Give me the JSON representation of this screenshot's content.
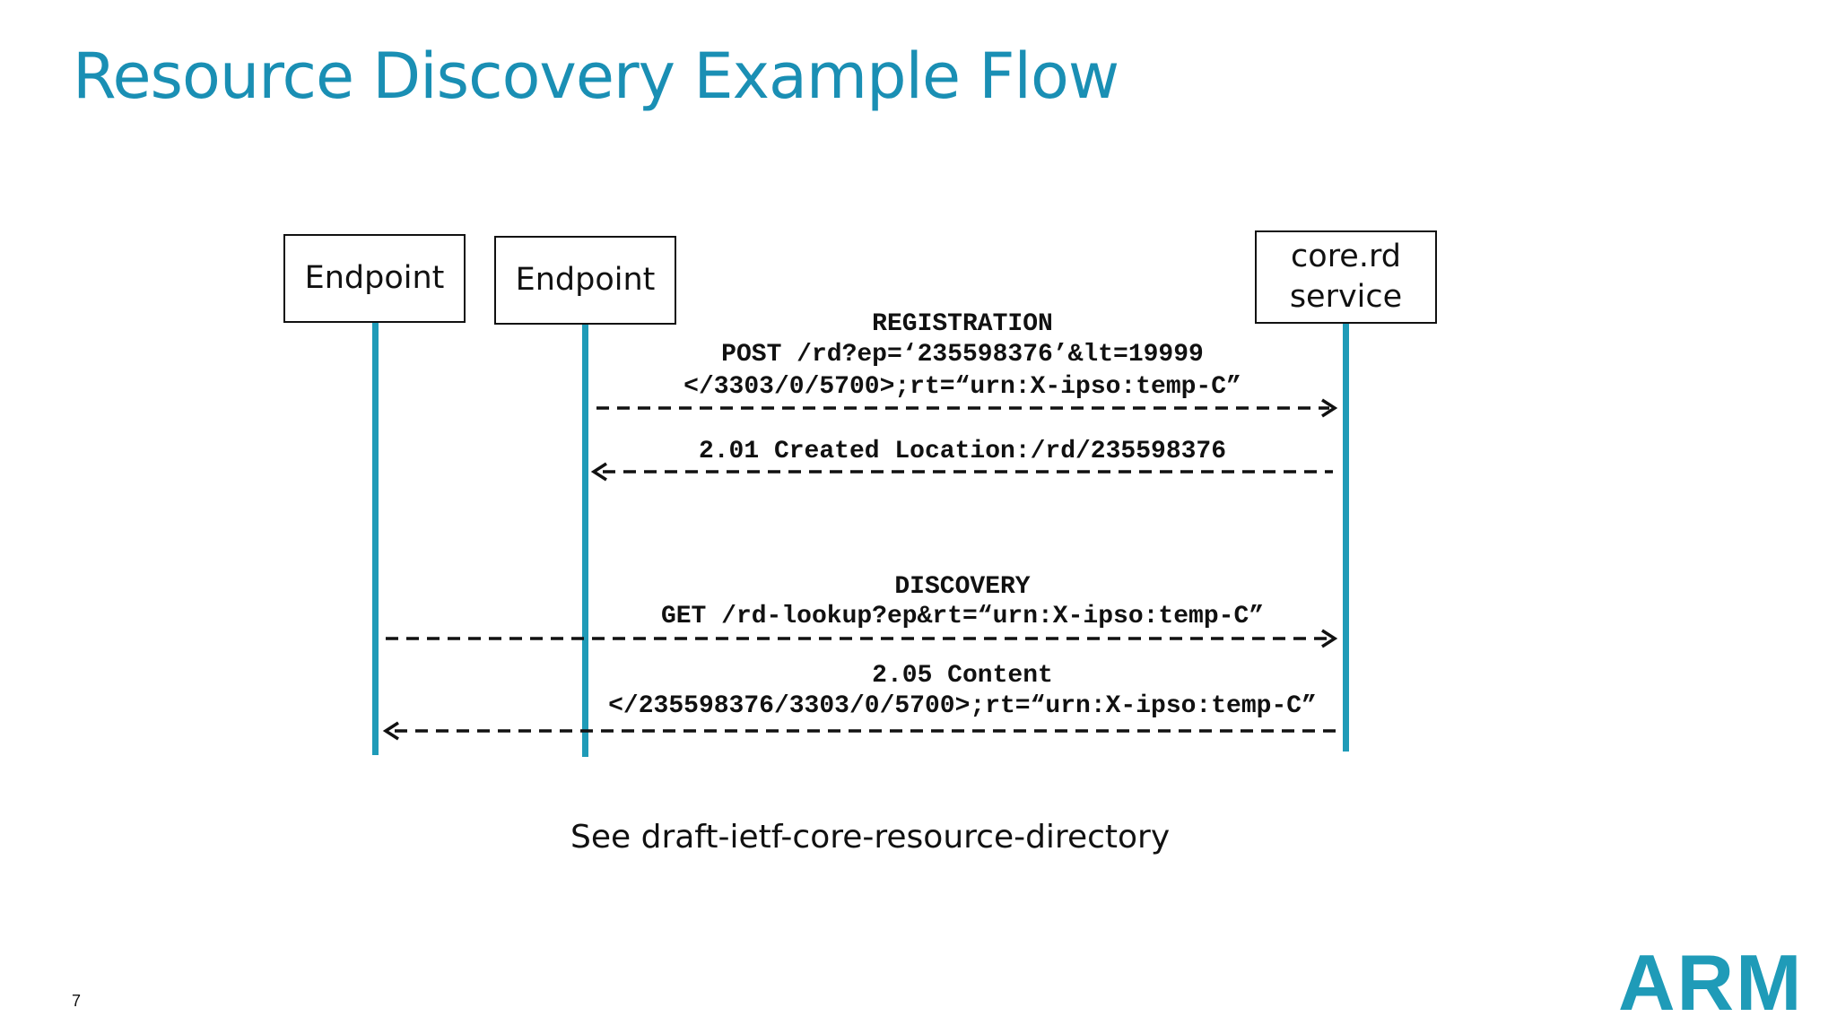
{
  "slide": {
    "title": "Resource Discovery Example Flow",
    "page_number": "7",
    "footnote": "See draft-ietf-core-resource-directory",
    "logo_text": "ARM"
  },
  "participants": {
    "endpoint1": "Endpoint",
    "endpoint2": "Endpoint",
    "rd_line1": "core.rd",
    "rd_line2": "service"
  },
  "messages": {
    "reg_heading": "REGISTRATION",
    "reg_line1": "POST /rd?ep=‘235598376’&lt=19999",
    "reg_line2": "</3303/0/5700>;rt=“urn:X-ipso:temp-C”",
    "created": "2.01 Created Location:/rd/235598376",
    "disc_heading": "DISCOVERY",
    "disc_line1": "GET /rd-lookup?ep&rt=“urn:X-ipso:temp-C”",
    "content_heading": "2.05 Content",
    "content_line1": "</235598376/3303/0/5700>;rt=“urn:X-ipso:temp-C”"
  },
  "colors": {
    "title": "#1a8fb4",
    "lifeline": "#1f9bb8",
    "logo": "#1f9bb8"
  }
}
